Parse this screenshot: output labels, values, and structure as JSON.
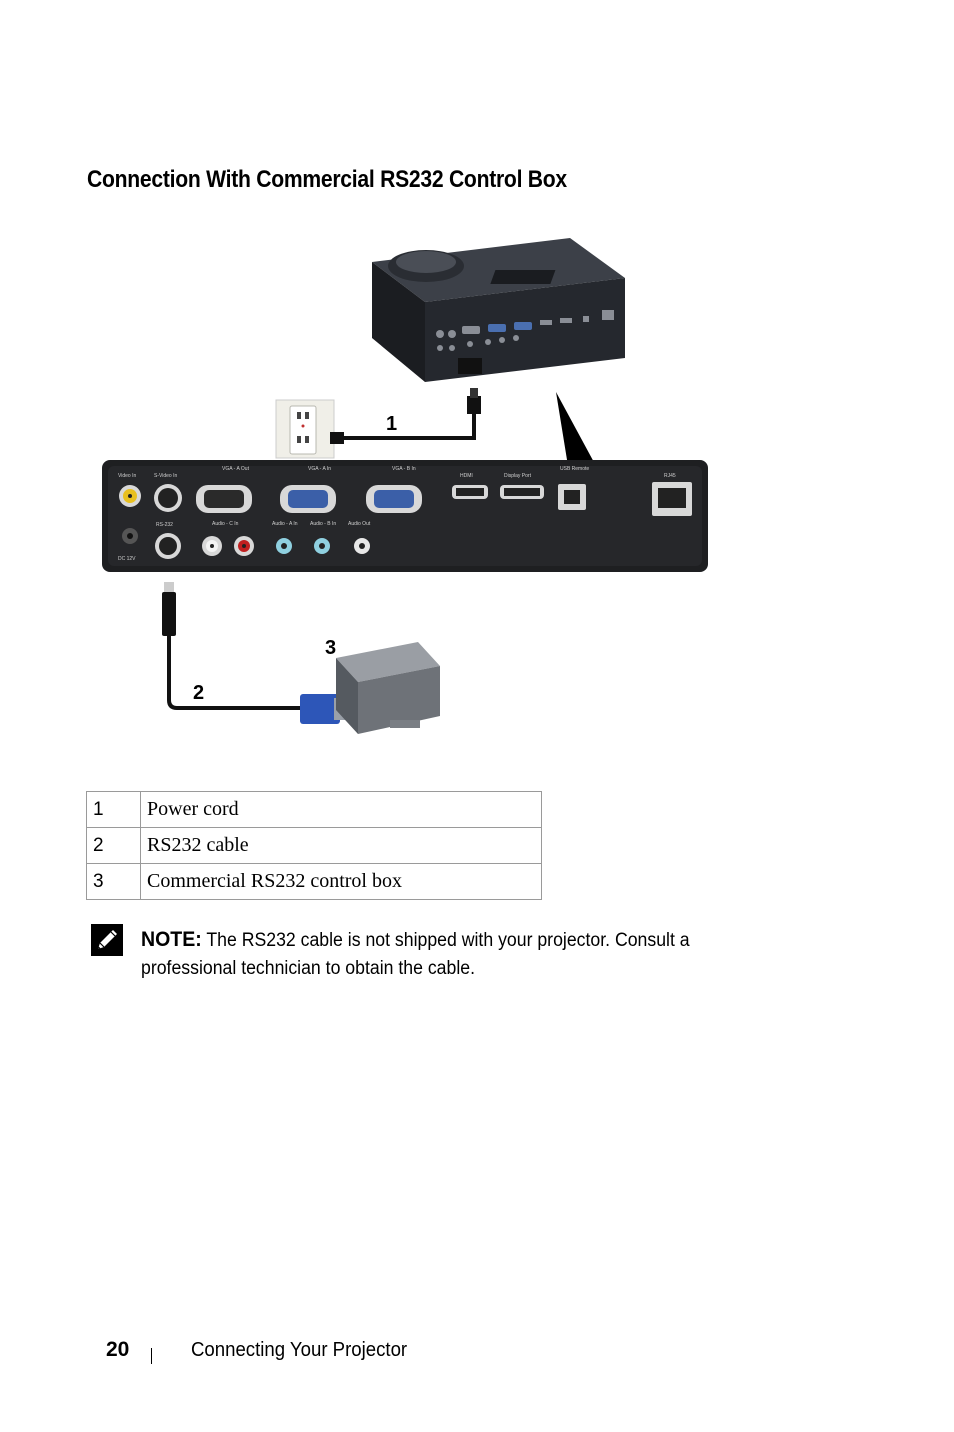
{
  "title": "Connection With Commercial RS232 Control Box",
  "callouts": [
    "1",
    "2",
    "3"
  ],
  "ports": {
    "video_in": "Video In",
    "s_video_in": "S-Video In",
    "vga_a_out": "VGA - A Out",
    "vga_a_in": "VGA - A In",
    "vga_b_in": "VGA - B In",
    "hdmi": "HDMI",
    "display_port": "Display Port",
    "usb_remote": "USB Remote",
    "rj45": "RJ45",
    "dc_12v": "DC 12V",
    "rs232": "RS-232",
    "audio_c_in": "Audio - C In",
    "audio_a_in": "Audio - A In",
    "audio_b_in": "Audio - B In",
    "audio_out": "Audio Out"
  },
  "legend": [
    {
      "num": "1",
      "label": "Power cord"
    },
    {
      "num": "2",
      "label": "RS232 cable"
    },
    {
      "num": "3",
      "label": "Commercial RS232 control box"
    }
  ],
  "note": {
    "label": "NOTE:",
    "text": "The RS232 cable is not shipped with your projector. Consult a professional technician to obtain the cable."
  },
  "footer": {
    "page_number": "20",
    "section": "Connecting Your Projector"
  },
  "icons": [
    "note-pencil-icon"
  ]
}
